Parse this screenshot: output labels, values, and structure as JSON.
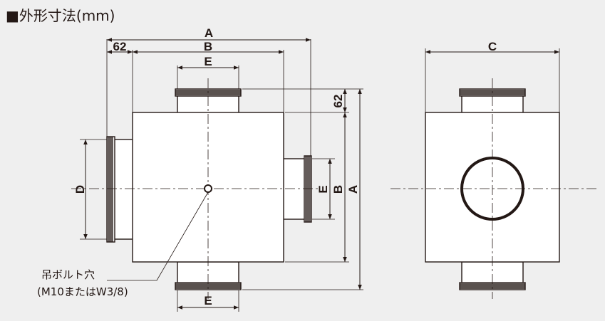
{
  "header": {
    "title": "■外形寸法(mm)"
  },
  "dimensions": {
    "A": "A",
    "B": "B",
    "C": "C",
    "D": "D",
    "E": "E",
    "offset_62": "62"
  },
  "callout": {
    "line1": "吊ボルト穴",
    "line2": "(M10またはW3/8)"
  },
  "colors": {
    "line": "#231815",
    "fill": "#ffffff",
    "background": "#efefef"
  }
}
